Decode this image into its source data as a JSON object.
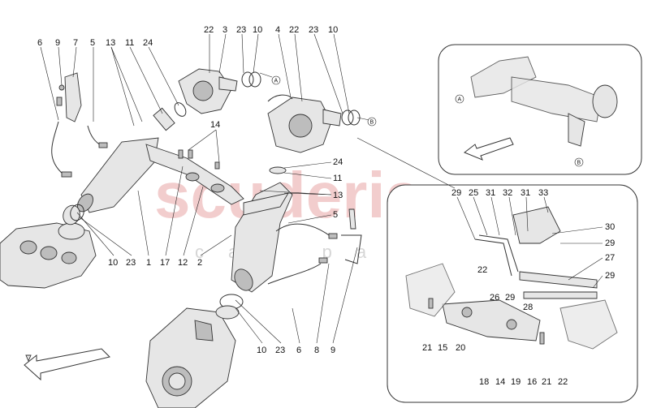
{
  "watermark": {
    "brand": "scuderia",
    "sub": "car parts"
  },
  "view_markers": {
    "a": "A",
    "b": "B"
  },
  "callouts_main": [
    "22",
    "3",
    "23",
    "10",
    "4",
    "22",
    "23",
    "10",
    "6",
    "9",
    "7",
    "5",
    "13",
    "11",
    "24",
    "14",
    "24",
    "11",
    "13",
    "5",
    "10",
    "23",
    "1",
    "17",
    "12",
    "2",
    "10",
    "23",
    "6",
    "8",
    "9"
  ],
  "callouts_inset": [
    "29",
    "25",
    "31",
    "32",
    "31",
    "33",
    "30",
    "29",
    "27",
    "29",
    "22",
    "26",
    "29",
    "28",
    "21",
    "15",
    "20",
    "18",
    "14",
    "19",
    "16",
    "21",
    "22"
  ]
}
